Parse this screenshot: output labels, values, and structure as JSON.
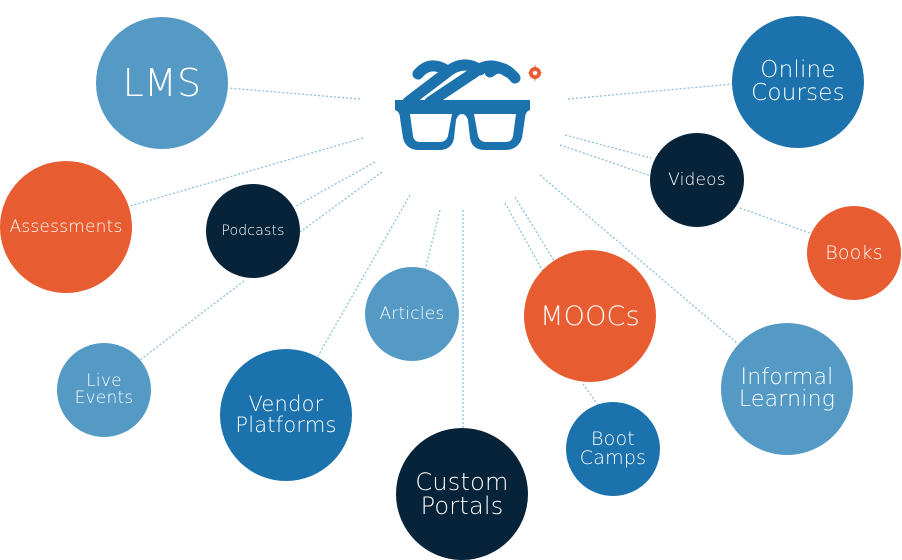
{
  "colors": {
    "light_blue": "#549AC4",
    "mid_blue": "#1C72AD",
    "navy": "#072339",
    "orange": "#E85C31",
    "line": "#8CBEE0",
    "logo_blue": "#1C72AD",
    "sparkle": "#E85C31"
  },
  "center": {
    "label": "learning glasses logo",
    "icon": "glasses-icon"
  },
  "nodes": [
    {
      "id": "lms",
      "label": "LMS",
      "color": "light_blue"
    },
    {
      "id": "online-courses",
      "label": "Online\nCourses",
      "color": "mid_blue"
    },
    {
      "id": "assessments",
      "label": "Assessments",
      "color": "orange"
    },
    {
      "id": "podcasts",
      "label": "Podcasts",
      "color": "navy"
    },
    {
      "id": "videos",
      "label": "Videos",
      "color": "navy"
    },
    {
      "id": "books",
      "label": "Books",
      "color": "orange"
    },
    {
      "id": "live-events",
      "label": "Live\nEvents",
      "color": "light_blue"
    },
    {
      "id": "articles",
      "label": "Articles",
      "color": "light_blue"
    },
    {
      "id": "vendor-platforms",
      "label": "Vendor\nPlatforms",
      "color": "mid_blue"
    },
    {
      "id": "moocs",
      "label": "MOOCs",
      "color": "orange"
    },
    {
      "id": "informal-learning",
      "label": "Informal\nLearning",
      "color": "light_blue"
    },
    {
      "id": "boot-camps",
      "label": "Boot\nCamps",
      "color": "mid_blue"
    },
    {
      "id": "custom-portals",
      "label": "Custom\nPortals",
      "color": "navy"
    }
  ],
  "edges": [
    {
      "from": "center",
      "to": "lms"
    },
    {
      "from": "center",
      "to": "online-courses"
    },
    {
      "from": "center",
      "to": "assessments"
    },
    {
      "from": "center",
      "to": "podcasts"
    },
    {
      "from": "center",
      "to": "podcasts"
    },
    {
      "from": "podcasts",
      "to": "live-events"
    },
    {
      "from": "center",
      "to": "videos"
    },
    {
      "from": "center",
      "to": "videos"
    },
    {
      "from": "videos",
      "to": "books"
    },
    {
      "from": "center",
      "to": "vendor-platforms"
    },
    {
      "from": "center",
      "to": "articles"
    },
    {
      "from": "center",
      "to": "custom-portals"
    },
    {
      "from": "center",
      "to": "moocs"
    },
    {
      "from": "center",
      "to": "moocs"
    },
    {
      "from": "moocs",
      "to": "boot-camps"
    },
    {
      "from": "center",
      "to": "informal-learning"
    }
  ]
}
